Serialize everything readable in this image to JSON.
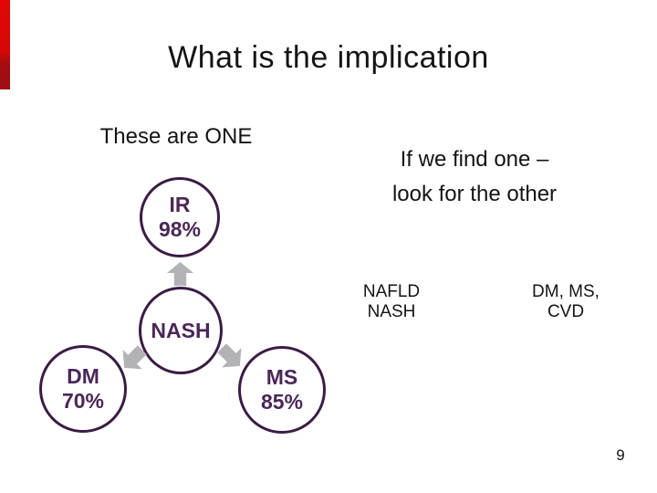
{
  "slide": {
    "title": "What is the implication",
    "page_number": "9"
  },
  "left_section": {
    "heading": "These are ONE",
    "diagram": {
      "circles": [
        {
          "id": "ir",
          "line1": "IR",
          "line2": "98%"
        },
        {
          "id": "nash",
          "line1": "NASH",
          "line2": ""
        },
        {
          "id": "dm",
          "line1": "DM",
          "line2": "70%"
        },
        {
          "id": "ms",
          "line1": "MS",
          "line2": "85%"
        }
      ],
      "arrows": [
        {
          "name": "up-arrow",
          "direction": "up"
        },
        {
          "name": "down-left-arrow",
          "direction": "down-left"
        },
        {
          "name": "down-right-arrow",
          "direction": "down-right"
        }
      ]
    }
  },
  "right_section": {
    "heading_line1": "If we find one –",
    "heading_line2": "look for the other",
    "pair_labels": [
      {
        "line1": "NAFLD",
        "line2": "NASH"
      },
      {
        "line1": "DM, MS,",
        "line2": "CVD"
      }
    ]
  },
  "colors": {
    "purple_border": "#3a1c44",
    "purple_text": "#4a2757",
    "arrow_gray": "#b3b2b6",
    "red_strip_top": "#e20707",
    "red_strip_bottom": "#9e0d13",
    "text_black": "#141414",
    "background": "#ffffff"
  }
}
